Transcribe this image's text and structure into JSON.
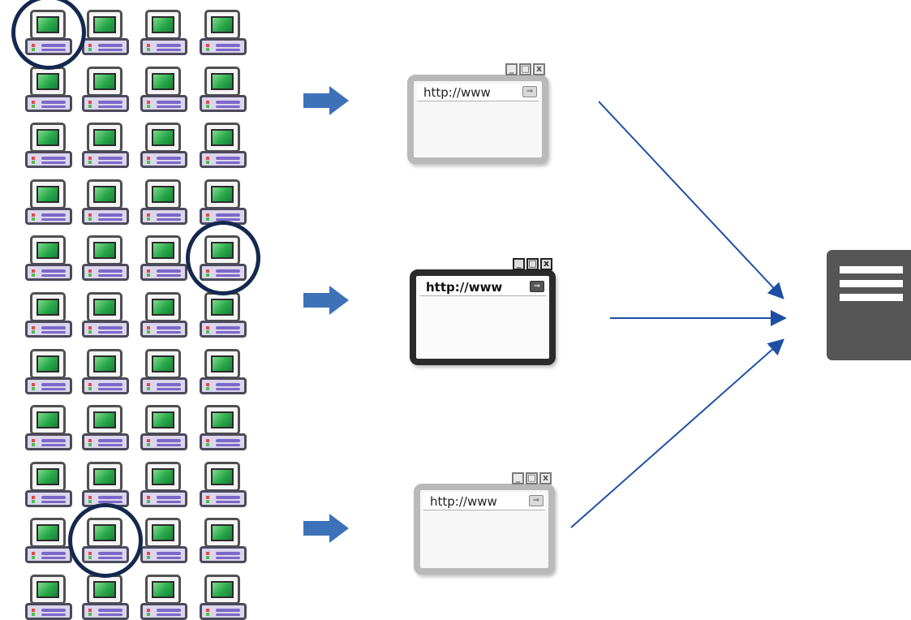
{
  "computers": {
    "rows": 11,
    "cols": 4
  },
  "highlighted_computers": [
    {
      "row": 1,
      "col": 1
    },
    {
      "row": 5,
      "col": 4
    },
    {
      "row": 10,
      "col": 2
    }
  ],
  "browsers": [
    {
      "id": "browser-1",
      "address": "http://www",
      "style": "light"
    },
    {
      "id": "browser-2",
      "address": "http://www",
      "style": "dark"
    },
    {
      "id": "browser-3",
      "address": "http://www",
      "style": "light"
    }
  ],
  "colors": {
    "arrow": "#3d72b8",
    "connector": "#1f4fa3",
    "ring": "#14284f",
    "server": "#565656"
  },
  "icons": {
    "computer": "desktop-computer-icon",
    "server": "server-icon"
  }
}
